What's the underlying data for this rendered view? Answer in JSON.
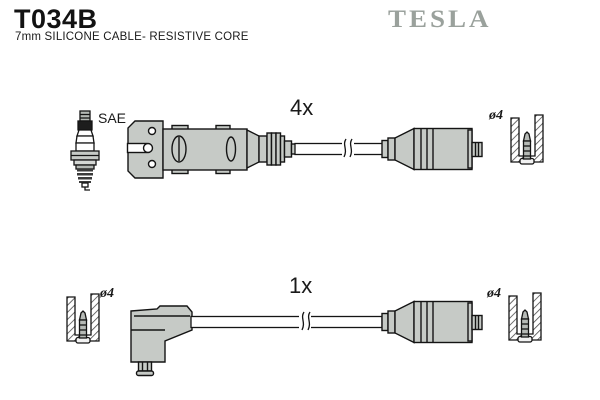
{
  "header": {
    "part_number": "T034B",
    "subtitle": "7mm SILICONE CABLE- RESISTIVE CORE",
    "brand": "TESLA"
  },
  "colors": {
    "background": "#ffffff",
    "outline": "#141414",
    "part_fill": "#c6cac6",
    "brand_gray": "#9aa19c"
  },
  "diagram": {
    "row1": {
      "quantity": "4x",
      "spark_plug_label": "SAE",
      "diameter_right": "ø4",
      "parts": [
        "spark-plug",
        "distributor-connector",
        "silicone-cable",
        "straight-plug-boot",
        "terminal-sleeve-cross-section"
      ]
    },
    "row2": {
      "quantity": "1x",
      "diameter_left": "ø4",
      "diameter_right": "ø4",
      "parts": [
        "terminal-sleeve-cross-section",
        "angled-plug-boot",
        "silicone-cable",
        "straight-plug-boot",
        "terminal-sleeve-cross-section"
      ]
    }
  }
}
